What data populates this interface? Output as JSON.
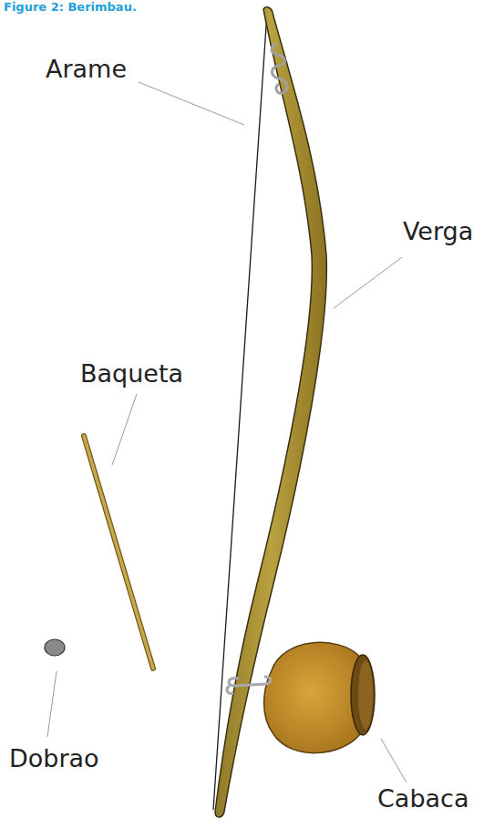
{
  "diagram": {
    "title": "Figure 2: Berimbau.",
    "labels": [
      "Arame",
      "Verga",
      "Baqueta",
      "Dobrao",
      "Cabaca"
    ]
  }
}
